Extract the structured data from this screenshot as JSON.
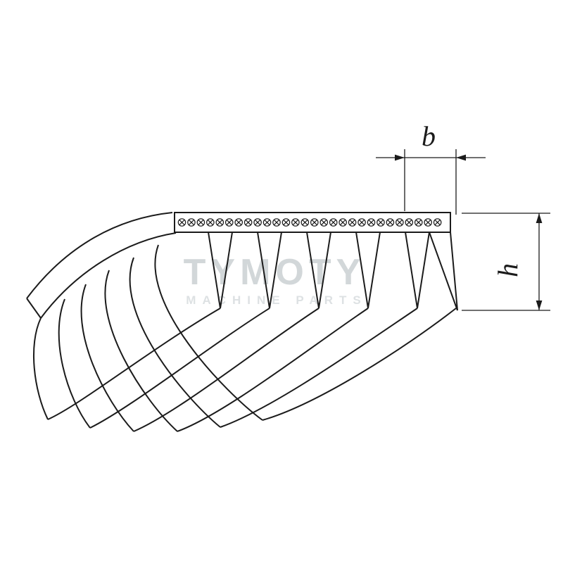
{
  "title": "Poly-V ribbed belt technical drawing",
  "background": "#ffffff",
  "stroke_color": "#1b1b1b",
  "watermark": {
    "line1": "TYMOTY",
    "line2": "MACHINE PARTS",
    "color_line1": "#d2d7d9",
    "color_line2": "#dde1e3"
  },
  "dimensions": {
    "belt_rib_width_label": "b",
    "belt_height_label": "h"
  },
  "diagram": {
    "cord_symbol": "circle-x-cord-section",
    "cord_symbol_count": 28,
    "face_rib_count": 5,
    "perspective_rib_count": 6
  }
}
